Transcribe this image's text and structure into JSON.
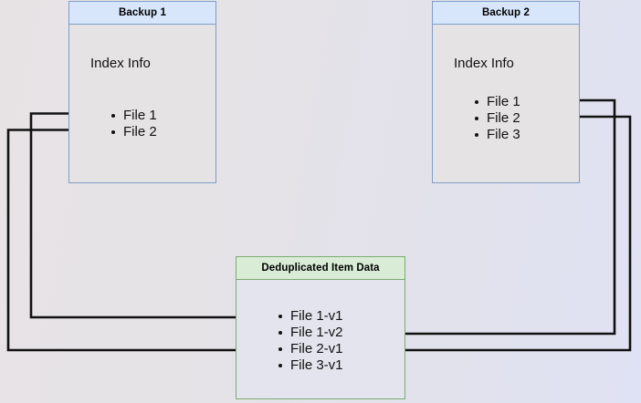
{
  "diagram": {
    "title_hidden": "Backup deduplication index diagram",
    "background": {
      "gradient_from": "#e7e3e5",
      "gradient_to": "#dfe2f4"
    },
    "colors": {
      "blue_border": "#7e9ec9",
      "blue_header": "#d7e6fa",
      "green_border": "#7aab70",
      "green_header": "#d8ecd6",
      "body_fill": "#e6e3e5",
      "edge": "#111111"
    },
    "nodes": [
      {
        "id": "backup1",
        "header": "Backup 1",
        "index_label": "Index Info",
        "files": [
          "File 1",
          "File 2"
        ]
      },
      {
        "id": "backup2",
        "header": "Backup 2",
        "index_label": "Index Info",
        "files": [
          "File 1",
          "File 2",
          "File 3"
        ]
      },
      {
        "id": "dedup",
        "header": "Deduplicated Item Data",
        "files": [
          "File 1-v1",
          "File 1-v2",
          "File 2-v1",
          "File 3-v1"
        ]
      }
    ],
    "edges": [
      {
        "from": "backup1.File 1",
        "to": "dedup.File 1-v1"
      },
      {
        "from": "backup1.File 2",
        "to": "dedup.File 2-v1"
      },
      {
        "from": "backup2.File 1",
        "to": "dedup.File 1-v2"
      },
      {
        "from": "backup2.File 2",
        "to": "dedup.File 2-v1"
      }
    ]
  }
}
